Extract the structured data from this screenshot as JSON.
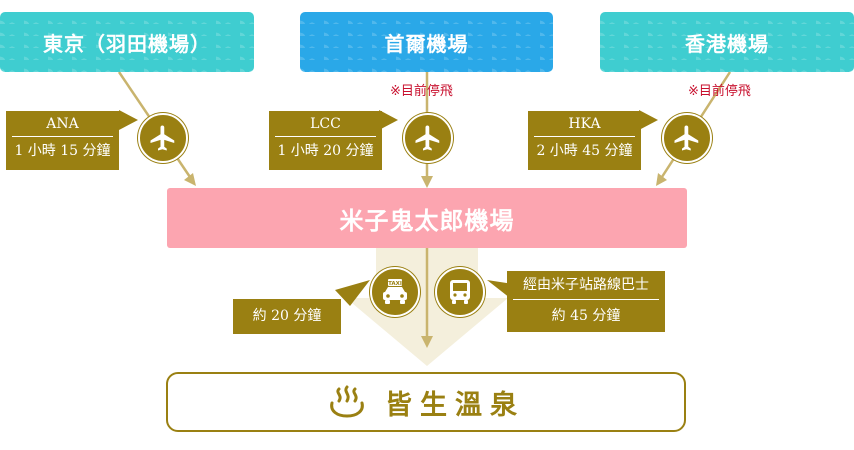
{
  "airports": {
    "tokyo": "東京（羽田機場）",
    "seoul": "首爾機場",
    "hongkong": "香港機場"
  },
  "notes": {
    "seoul_suspended": "※目前停飛",
    "hongkong_suspended": "※目前停飛"
  },
  "routes": {
    "ana": {
      "airline": "ANA",
      "duration": "1 小時 15 分鐘"
    },
    "lcc": {
      "airline": "LCC",
      "duration": "1 小時 20 分鐘"
    },
    "hka": {
      "airline": "HKA",
      "duration": "2 小時 45 分鐘"
    }
  },
  "hub": "米子鬼太郎機場",
  "ground": {
    "taxi": {
      "icon_text": "TAXI",
      "duration": "約 20 分鐘"
    },
    "bus": {
      "route": "經由米子站路線巴士",
      "duration": "約 45 分鐘"
    }
  },
  "destination": "皆生溫泉",
  "icons": [
    "airplane-icon",
    "taxi-icon",
    "bus-icon",
    "hot-spring-icon"
  ],
  "colors": {
    "gold": "#9a8012",
    "teal": "#3fcdd0",
    "blue": "#2aa8e8",
    "pink": "#fca5b0",
    "red": "#c8102e"
  }
}
